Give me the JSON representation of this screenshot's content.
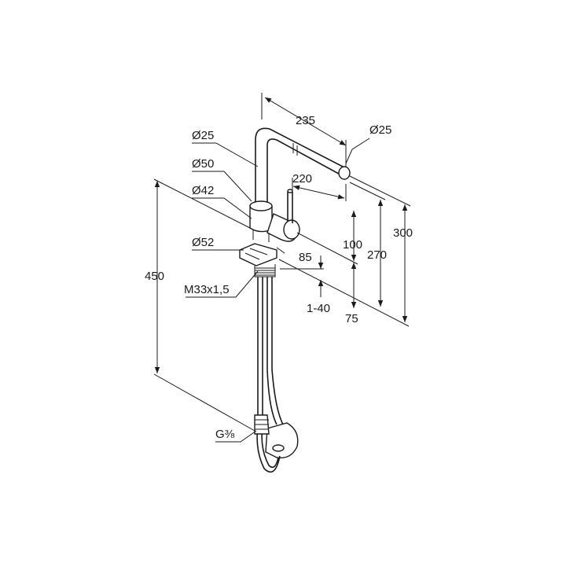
{
  "drawing": {
    "labels": {
      "d_spout_top": "Ø25",
      "d_spout_outlet": "Ø25",
      "d_body": "Ø50",
      "d_lever": "Ø42",
      "d_base": "Ø52",
      "thread": "M33x1,5",
      "hose_conn": "G⅜",
      "dim_235": "235",
      "dim_220": "220",
      "dim_100": "100",
      "dim_85": "85",
      "dim_270": "270",
      "dim_300": "300",
      "dim_450": "450",
      "dim_75": "75",
      "dim_140": "1-40"
    }
  }
}
